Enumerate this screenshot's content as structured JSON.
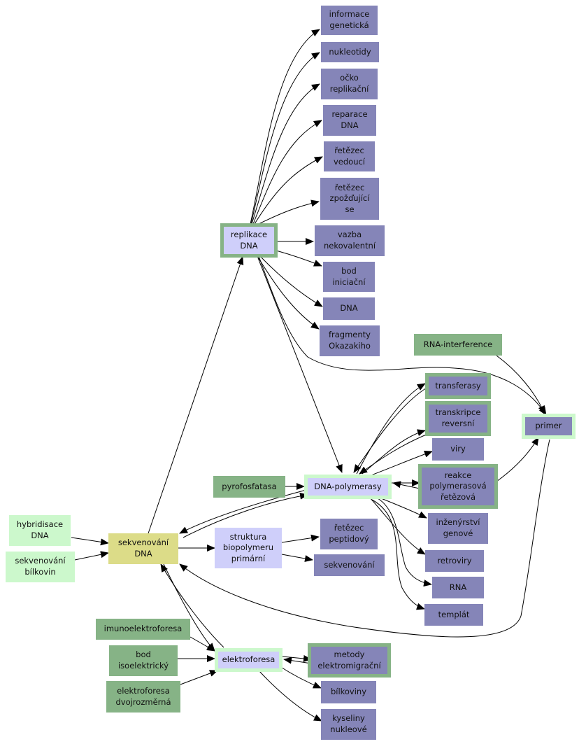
{
  "diagram": {
    "nodes": [
      {
        "id": "informace",
        "label": "informace\ngenetická",
        "style": "purple"
      },
      {
        "id": "nukleotidy",
        "label": "nukleotidy",
        "style": "purple"
      },
      {
        "id": "ocko",
        "label": "očko\nreplikační",
        "style": "purple"
      },
      {
        "id": "reparace",
        "label": "reparace\nDNA",
        "style": "purple"
      },
      {
        "id": "vedouci",
        "label": "řetězec\nvedoucí",
        "style": "purple"
      },
      {
        "id": "zpozdujici",
        "label": "řetězec\nzpožďující\nse",
        "style": "purple"
      },
      {
        "id": "replikace",
        "label": "replikace\nDNA",
        "style": "pale ring-green"
      },
      {
        "id": "vazba",
        "label": "vazba\nnekovalentní",
        "style": "purple"
      },
      {
        "id": "bod_iniciacni",
        "label": "bod\niniciační",
        "style": "purple"
      },
      {
        "id": "dna",
        "label": "DNA",
        "style": "purple"
      },
      {
        "id": "okazaki",
        "label": "fragmenty\nOkazakiho",
        "style": "purple"
      },
      {
        "id": "rnai",
        "label": "RNA-interference",
        "style": "green"
      },
      {
        "id": "transferasy",
        "label": "transferasy",
        "style": "purple ring-green"
      },
      {
        "id": "transkripce",
        "label": "transkripce\nreversní",
        "style": "purple ring-green"
      },
      {
        "id": "primer",
        "label": "primer",
        "style": "purple ring-mint"
      },
      {
        "id": "viry",
        "label": "viry",
        "style": "purple"
      },
      {
        "id": "pyrofosfatasa",
        "label": "pyrofosfatasa",
        "style": "green"
      },
      {
        "id": "polymerasy",
        "label": "DNA-polymerasy",
        "style": "pale ring-mint"
      },
      {
        "id": "pcr",
        "label": "reakce\npolymerasová\nřetězová",
        "style": "purple ring-green"
      },
      {
        "id": "hybridisace",
        "label": "hybridisace\nDNA",
        "style": "mint"
      },
      {
        "id": "inzenyrstvi",
        "label": "inženýrství\ngenové",
        "style": "purple"
      },
      {
        "id": "sekvenovani_dna",
        "label": "sekvenování\nDNA",
        "style": "yellow"
      },
      {
        "id": "struktura",
        "label": "struktura\nbiopolymeru\nprimární",
        "style": "pale"
      },
      {
        "id": "peptidovy",
        "label": "řetězec\npeptidový",
        "style": "purple"
      },
      {
        "id": "sekvenovani_bilkovin",
        "label": "sekvenování\nbílkovin",
        "style": "mint"
      },
      {
        "id": "sekvenovani",
        "label": "sekvenování",
        "style": "purple"
      },
      {
        "id": "retroviry",
        "label": "retroviry",
        "style": "purple"
      },
      {
        "id": "rna",
        "label": "RNA",
        "style": "purple"
      },
      {
        "id": "templat",
        "label": "templát",
        "style": "purple"
      },
      {
        "id": "imunoelektroforesa",
        "label": "imunoelektroforesa",
        "style": "green"
      },
      {
        "id": "bod_iso",
        "label": "bod\nisoelektrický",
        "style": "green"
      },
      {
        "id": "elektroforesa",
        "label": "elektroforesa",
        "style": "pale ring-mint"
      },
      {
        "id": "metody",
        "label": "metody\nelektromigrační",
        "style": "purple ring-green"
      },
      {
        "id": "bilkoviny",
        "label": "bílkoviny",
        "style": "purple"
      },
      {
        "id": "dvojrozmerna",
        "label": "elektroforesa\ndvojrozměrná",
        "style": "green"
      },
      {
        "id": "kyseliny",
        "label": "kyseliny\nnukleové",
        "style": "purple"
      }
    ],
    "colors": {
      "purple": "#8585b8",
      "pale": "#cfcffa",
      "green": "#86b386",
      "mint": "#ccf8cc",
      "yellow": "#dcdc88",
      "edge": "#000000"
    }
  }
}
